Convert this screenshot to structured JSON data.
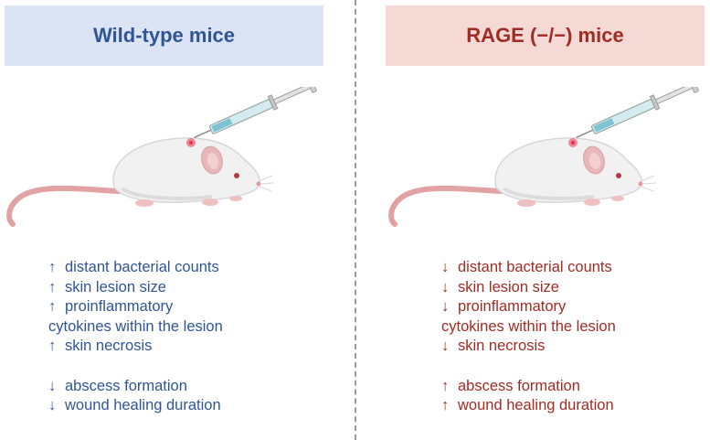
{
  "left_panel": {
    "title": "Wild-type mice",
    "effects_group1": [
      {
        "arrow": "↑",
        "text": "distant bacterial counts"
      },
      {
        "arrow": "↑",
        "text": "skin lesion size"
      },
      {
        "arrow": "↑",
        "text": "proinflammatory"
      }
    ],
    "continuation": "cytokines within the lesion",
    "effect_necrosis": {
      "arrow": "↑",
      "text": "skin necrosis"
    },
    "effects_group2": [
      {
        "arrow": "↓",
        "text": "abscess formation"
      },
      {
        "arrow": "↓",
        "text": "wound healing duration"
      }
    ]
  },
  "right_panel": {
    "title": "RAGE (−/−) mice",
    "effects_group1": [
      {
        "arrow": "↓",
        "text": "distant bacterial counts"
      },
      {
        "arrow": "↓",
        "text": "skin lesion size"
      },
      {
        "arrow": "↓",
        "text": "proinflammatory"
      }
    ],
    "continuation": "cytokines within the lesion",
    "effect_necrosis": {
      "arrow": "↓",
      "text": "skin necrosis"
    },
    "effects_group2": [
      {
        "arrow": "↑",
        "text": "abscess formation"
      },
      {
        "arrow": "↑",
        "text": "wound healing duration"
      }
    ]
  },
  "colors": {
    "wild_type": "#2f5597",
    "rage": "#a02c24",
    "wild_type_header_bg": "#dbe3f4",
    "rage_header_bg": "#f5d9d5"
  },
  "icons": [
    "mouse-illustration",
    "syringe-icon",
    "injection-site-mark"
  ]
}
